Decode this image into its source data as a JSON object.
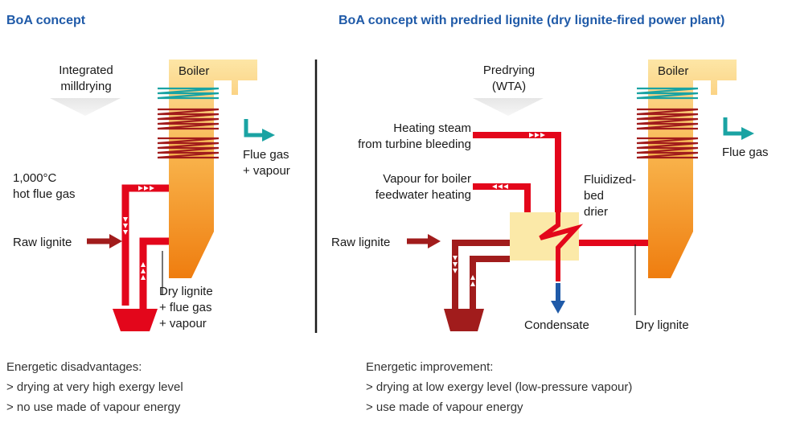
{
  "left": {
    "title": "BoA concept",
    "integrated": [
      "Integrated",
      "milldrying"
    ],
    "boiler": "Boiler",
    "flue_gas": [
      "Flue gas",
      "+ vapour"
    ],
    "hot_flue": [
      "1,000°C",
      "hot flue gas"
    ],
    "raw_lignite": "Raw lignite",
    "dry_lignite": [
      "Dry lignite",
      "+ flue gas",
      "+ vapour"
    ],
    "notes_heading": "Energetic disadvantages:",
    "notes": [
      "> drying at very high exergy level",
      "> no use made of vapour energy"
    ]
  },
  "right": {
    "title": "BoA concept with predried lignite (dry lignite-fired power plant)",
    "predrying": [
      "Predrying",
      "(WTA)"
    ],
    "heating_steam": [
      "Heating steam",
      "from turbine bleeding"
    ],
    "vapour_boiler": [
      "Vapour for boiler",
      "feedwater heating"
    ],
    "fluidized": [
      "Fluidized-",
      "bed",
      "drier"
    ],
    "boiler": "Boiler",
    "flue_gas": "Flue gas",
    "raw_lignite": "Raw lignite",
    "condensate": "Condensate",
    "dry_lignite": "Dry lignite",
    "notes_heading": "Energetic improvement:",
    "notes": [
      "> drying at low exergy level (low-pressure vapour)",
      "> use made of vapour energy"
    ]
  },
  "colors": {
    "title_blue": "#1f5aa8",
    "steam_red": "#e3061b",
    "lignite_brown": "#a11c1c",
    "boiler_orange": "#f08a1c",
    "water_teal": "#1aa3a3",
    "condensate_blue": "#1f5aa8",
    "drier_fill": "#fbe9a8",
    "arrow_grey": "#d9d9d9"
  }
}
